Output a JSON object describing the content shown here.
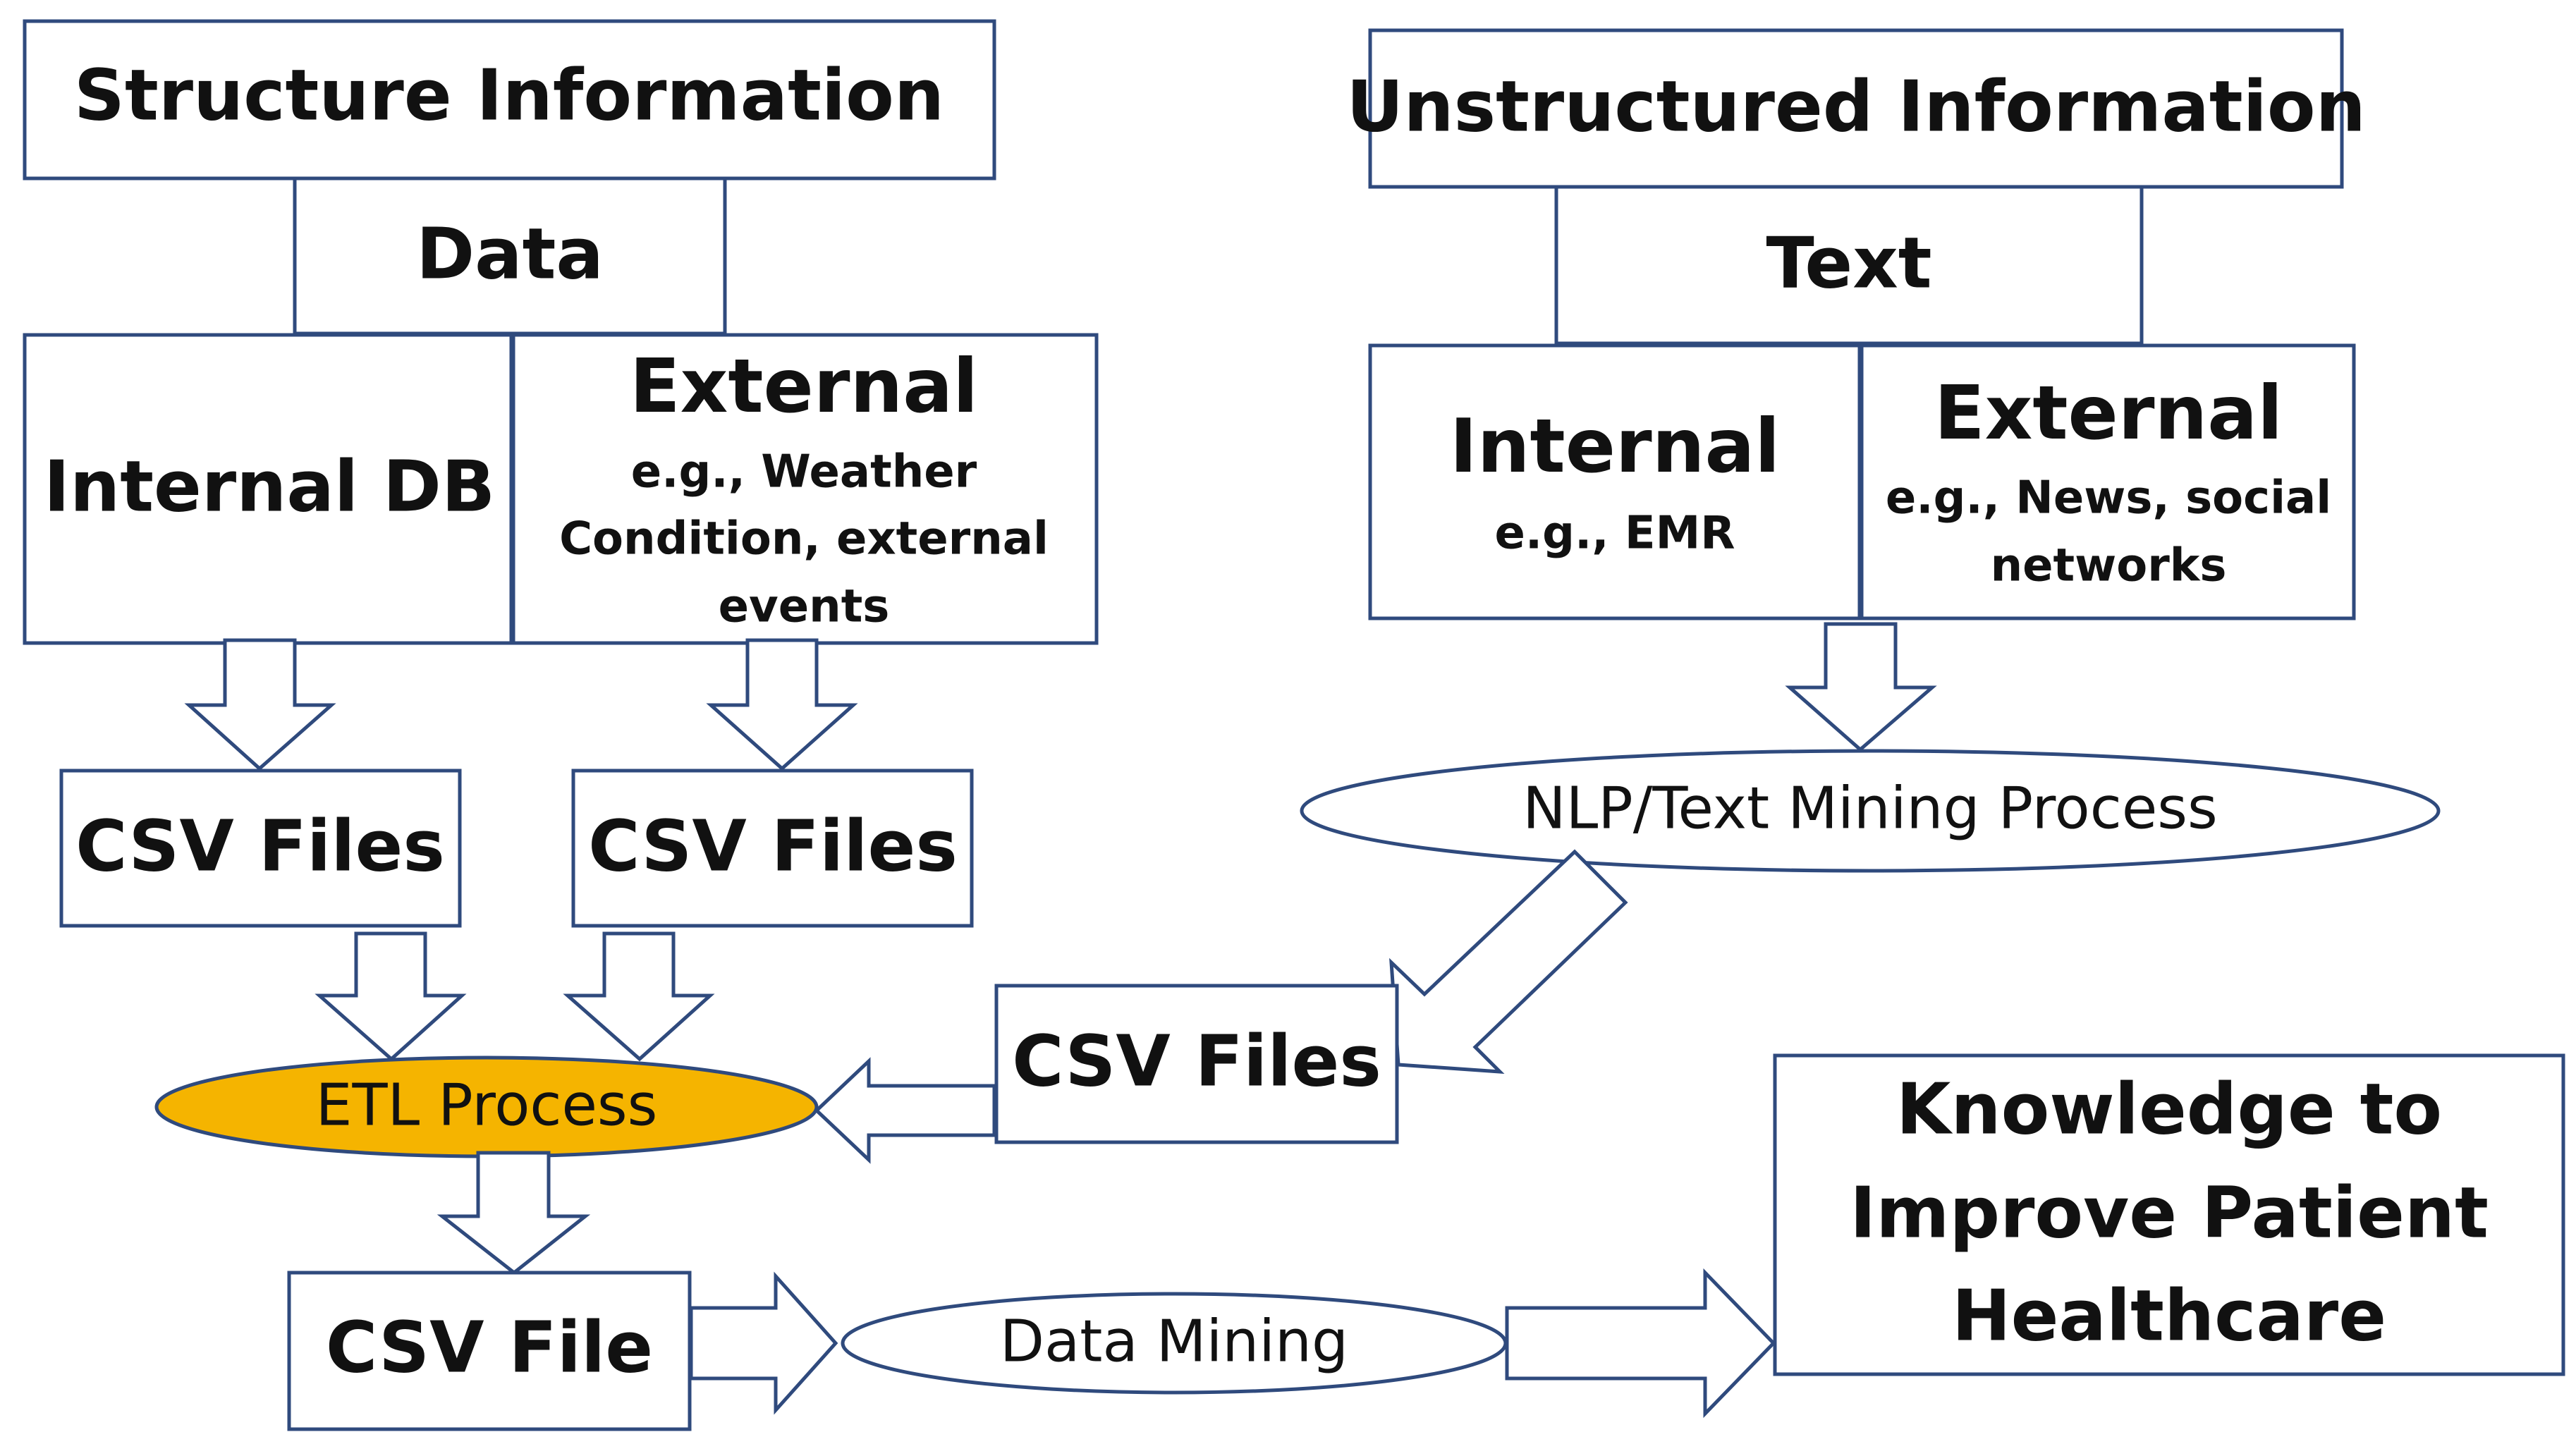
{
  "colors": {
    "stroke": "#2f4a7d",
    "etl_fill": "#f5b400",
    "text": "#111111",
    "background": "#ffffff"
  },
  "structured": {
    "title": "Structure Information",
    "data": "Data",
    "internal_db": "Internal DB",
    "external_title": "External",
    "external_desc": [
      "e.g., Weather",
      "Condition, external",
      "events"
    ],
    "csv_internal": "CSV Files",
    "csv_external": "CSV Files"
  },
  "unstructured": {
    "title": "Unstructured Information",
    "text": "Text",
    "internal_title": "Internal",
    "internal_desc": "e.g., EMR",
    "external_title": "External",
    "external_desc": [
      "e.g., News, social",
      "networks"
    ],
    "nlp_process": "NLP/Text Mining Process",
    "csv_files": "CSV Files"
  },
  "pipeline": {
    "etl_process": "ETL Process",
    "csv_file": "CSV File",
    "data_mining": "Data Mining",
    "knowledge": [
      "Knowledge to",
      "Improve Patient",
      "Healthcare"
    ]
  }
}
